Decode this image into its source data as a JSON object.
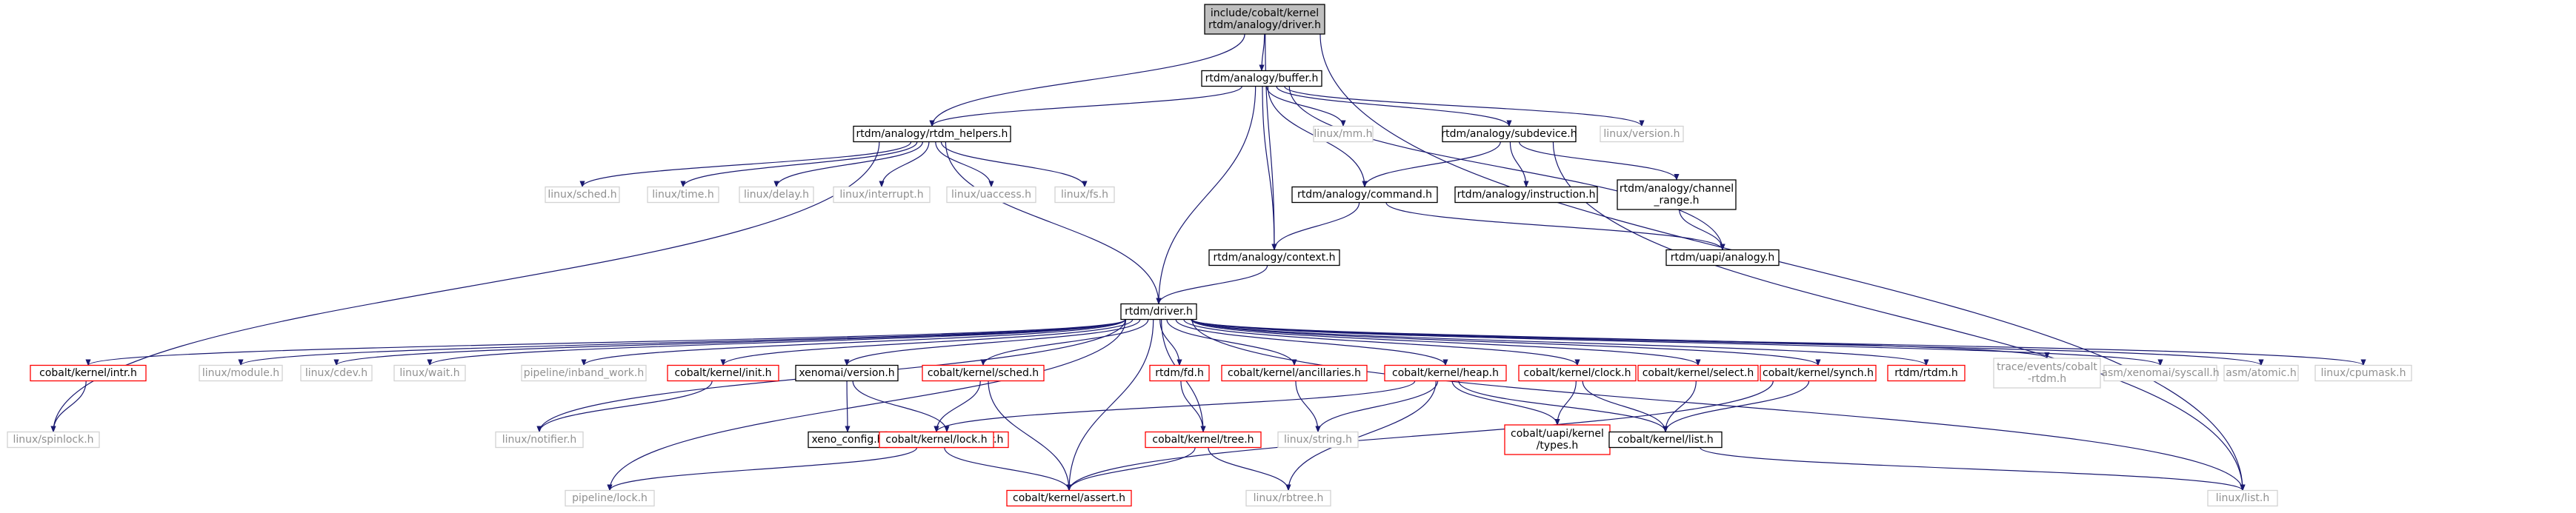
{
  "graph": {
    "colors": {
      "root_fill": "#bfbfbf",
      "node_border": "#000000",
      "missing_border": "#d3d3d3",
      "missing_text": "#909090",
      "error_border": "#ff0000",
      "edge": "#191970",
      "text": "#000000"
    },
    "nodes": [
      {
        "id": "root",
        "lines": [
          "include/cobalt/kernel",
          "rtdm/analogy/driver.h"
        ],
        "kind": "root"
      },
      {
        "id": "buffer",
        "lines": [
          "rtdm/analogy/buffer.h"
        ],
        "kind": "normal"
      },
      {
        "id": "rtdm_helpers",
        "lines": [
          "rtdm/analogy/rtdm_helpers.h"
        ],
        "kind": "normal"
      },
      {
        "id": "linux_mm",
        "lines": [
          "linux/mm.h"
        ],
        "kind": "missing"
      },
      {
        "id": "subdevice",
        "lines": [
          "rtdm/analogy/subdevice.h"
        ],
        "kind": "normal"
      },
      {
        "id": "linux_version",
        "lines": [
          "linux/version.h"
        ],
        "kind": "missing"
      },
      {
        "id": "linux_sched",
        "lines": [
          "linux/sched.h"
        ],
        "kind": "missing"
      },
      {
        "id": "linux_time",
        "lines": [
          "linux/time.h"
        ],
        "kind": "missing"
      },
      {
        "id": "linux_delay",
        "lines": [
          "linux/delay.h"
        ],
        "kind": "missing"
      },
      {
        "id": "linux_interrupt",
        "lines": [
          "linux/interrupt.h"
        ],
        "kind": "missing"
      },
      {
        "id": "linux_uaccess",
        "lines": [
          "linux/uaccess.h"
        ],
        "kind": "missing"
      },
      {
        "id": "linux_fs",
        "lines": [
          "linux/fs.h"
        ],
        "kind": "missing"
      },
      {
        "id": "command",
        "lines": [
          "rtdm/analogy/command.h"
        ],
        "kind": "normal"
      },
      {
        "id": "instruction",
        "lines": [
          "rtdm/analogy/instruction.h"
        ],
        "kind": "normal"
      },
      {
        "id": "channel_range",
        "lines": [
          "rtdm/analogy/channel",
          "_range.h"
        ],
        "kind": "normal"
      },
      {
        "id": "context",
        "lines": [
          "rtdm/analogy/context.h"
        ],
        "kind": "normal"
      },
      {
        "id": "uapi_analogy",
        "lines": [
          "rtdm/uapi/analogy.h"
        ],
        "kind": "normal"
      },
      {
        "id": "rtdm_driver",
        "lines": [
          "rtdm/driver.h"
        ],
        "kind": "normal"
      },
      {
        "id": "intr",
        "lines": [
          "cobalt/kernel/intr.h"
        ],
        "kind": "error"
      },
      {
        "id": "linux_module",
        "lines": [
          "linux/module.h"
        ],
        "kind": "missing"
      },
      {
        "id": "linux_cdev",
        "lines": [
          "linux/cdev.h"
        ],
        "kind": "missing"
      },
      {
        "id": "linux_wait",
        "lines": [
          "linux/wait.h"
        ],
        "kind": "missing"
      },
      {
        "id": "inband_work",
        "lines": [
          "pipeline/inband_work.h"
        ],
        "kind": "missing"
      },
      {
        "id": "init",
        "lines": [
          "cobalt/kernel/init.h"
        ],
        "kind": "error"
      },
      {
        "id": "xenomai_version",
        "lines": [
          "xenomai/version.h"
        ],
        "kind": "normal"
      },
      {
        "id": "sched",
        "lines": [
          "cobalt/kernel/sched.h"
        ],
        "kind": "error"
      },
      {
        "id": "fd",
        "lines": [
          "rtdm/fd.h"
        ],
        "kind": "error"
      },
      {
        "id": "ancillaries",
        "lines": [
          "cobalt/kernel/ancillaries.h"
        ],
        "kind": "error"
      },
      {
        "id": "heap",
        "lines": [
          "cobalt/kernel/heap.h"
        ],
        "kind": "error"
      },
      {
        "id": "clock",
        "lines": [
          "cobalt/kernel/clock.h"
        ],
        "kind": "error"
      },
      {
        "id": "select",
        "lines": [
          "cobalt/kernel/select.h"
        ],
        "kind": "error"
      },
      {
        "id": "synch",
        "lines": [
          "cobalt/kernel/synch.h"
        ],
        "kind": "error"
      },
      {
        "id": "rtdm_rtdm",
        "lines": [
          "rtdm/rtdm.h"
        ],
        "kind": "error"
      },
      {
        "id": "trace_events",
        "lines": [
          "trace/events/cobalt",
          "-rtdm.h"
        ],
        "kind": "missing"
      },
      {
        "id": "asm_syscall",
        "lines": [
          "asm/xenomai/syscall.h"
        ],
        "kind": "missing"
      },
      {
        "id": "asm_atomic",
        "lines": [
          "asm/atomic.h"
        ],
        "kind": "missing"
      },
      {
        "id": "linux_cpumask",
        "lines": [
          "linux/cpumask.h"
        ],
        "kind": "missing"
      },
      {
        "id": "linux_spinlock",
        "lines": [
          "linux/spinlock.h"
        ],
        "kind": "missing"
      },
      {
        "id": "linux_notifier",
        "lines": [
          "linux/notifier.h"
        ],
        "kind": "missing"
      },
      {
        "id": "xeno_config",
        "lines": [
          "xeno_config.h"
        ],
        "kind": "normal"
      },
      {
        "id": "boilerplate",
        "lines": [
          "boilerplate/compiler.h"
        ],
        "kind": "error"
      },
      {
        "id": "lock",
        "lines": [
          "cobalt/kernel/lock.h"
        ],
        "kind": "error"
      },
      {
        "id": "tree",
        "lines": [
          "cobalt/kernel/tree.h"
        ],
        "kind": "error"
      },
      {
        "id": "linux_string",
        "lines": [
          "linux/string.h"
        ],
        "kind": "missing"
      },
      {
        "id": "uapi_types",
        "lines": [
          "cobalt/uapi/kernel",
          "/types.h"
        ],
        "kind": "error"
      },
      {
        "id": "kernel_list",
        "lines": [
          "cobalt/kernel/list.h"
        ],
        "kind": "normal"
      },
      {
        "id": "pipeline_lock",
        "lines": [
          "pipeline/lock.h"
        ],
        "kind": "missing"
      },
      {
        "id": "assert",
        "lines": [
          "cobalt/kernel/assert.h"
        ],
        "kind": "error"
      },
      {
        "id": "linux_rbtree",
        "lines": [
          "linux/rbtree.h"
        ],
        "kind": "missing"
      },
      {
        "id": "linux_list",
        "lines": [
          "linux/list.h"
        ],
        "kind": "missing"
      }
    ],
    "edges": [
      [
        "root",
        "buffer"
      ],
      [
        "root",
        "rtdm_helpers"
      ],
      [
        "root",
        "context"
      ],
      [
        "root",
        "linux_list"
      ],
      [
        "buffer",
        "rtdm_helpers"
      ],
      [
        "buffer",
        "linux_mm"
      ],
      [
        "buffer",
        "subdevice"
      ],
      [
        "buffer",
        "linux_version"
      ],
      [
        "buffer",
        "command"
      ],
      [
        "buffer",
        "context"
      ],
      [
        "buffer",
        "uapi_analogy"
      ],
      [
        "buffer",
        "rtdm_driver"
      ],
      [
        "rtdm_helpers",
        "linux_sched"
      ],
      [
        "rtdm_helpers",
        "linux_time"
      ],
      [
        "rtdm_helpers",
        "linux_delay"
      ],
      [
        "rtdm_helpers",
        "linux_interrupt"
      ],
      [
        "rtdm_helpers",
        "linux_uaccess"
      ],
      [
        "rtdm_helpers",
        "linux_fs"
      ],
      [
        "rtdm_helpers",
        "rtdm_driver"
      ],
      [
        "rtdm_helpers",
        "linux_spinlock"
      ],
      [
        "subdevice",
        "command"
      ],
      [
        "subdevice",
        "instruction"
      ],
      [
        "subdevice",
        "channel_range"
      ],
      [
        "subdevice",
        "linux_list"
      ],
      [
        "channel_range",
        "uapi_analogy"
      ],
      [
        "command",
        "context"
      ],
      [
        "command",
        "uapi_analogy"
      ],
      [
        "context",
        "rtdm_driver"
      ],
      [
        "rtdm_driver",
        "intr"
      ],
      [
        "rtdm_driver",
        "linux_module"
      ],
      [
        "rtdm_driver",
        "linux_cdev"
      ],
      [
        "rtdm_driver",
        "linux_wait"
      ],
      [
        "rtdm_driver",
        "inband_work"
      ],
      [
        "rtdm_driver",
        "init"
      ],
      [
        "rtdm_driver",
        "xenomai_version"
      ],
      [
        "rtdm_driver",
        "sched"
      ],
      [
        "rtdm_driver",
        "fd"
      ],
      [
        "rtdm_driver",
        "ancillaries"
      ],
      [
        "rtdm_driver",
        "heap"
      ],
      [
        "rtdm_driver",
        "clock"
      ],
      [
        "rtdm_driver",
        "select"
      ],
      [
        "rtdm_driver",
        "synch"
      ],
      [
        "rtdm_driver",
        "rtdm_rtdm"
      ],
      [
        "rtdm_driver",
        "trace_events"
      ],
      [
        "rtdm_driver",
        "asm_syscall"
      ],
      [
        "rtdm_driver",
        "asm_atomic"
      ],
      [
        "rtdm_driver",
        "linux_cpumask"
      ],
      [
        "rtdm_driver",
        "linux_notifier"
      ],
      [
        "rtdm_driver",
        "pipeline_lock"
      ],
      [
        "rtdm_driver",
        "assert"
      ],
      [
        "rtdm_driver",
        "tree"
      ],
      [
        "rtdm_driver",
        "linux_list"
      ],
      [
        "intr",
        "linux_spinlock"
      ],
      [
        "init",
        "linux_notifier"
      ],
      [
        "xenomai_version",
        "xeno_config"
      ],
      [
        "xenomai_version",
        "boilerplate"
      ],
      [
        "sched",
        "lock"
      ],
      [
        "sched",
        "assert"
      ],
      [
        "fd",
        "tree"
      ],
      [
        "ancillaries",
        "linux_string"
      ],
      [
        "heap",
        "lock"
      ],
      [
        "heap",
        "linux_string"
      ],
      [
        "heap",
        "uapi_types"
      ],
      [
        "heap",
        "kernel_list"
      ],
      [
        "heap",
        "linux_rbtree"
      ],
      [
        "clock",
        "uapi_types"
      ],
      [
        "clock",
        "kernel_list"
      ],
      [
        "select",
        "kernel_list"
      ],
      [
        "synch",
        "kernel_list"
      ],
      [
        "synch",
        "assert"
      ],
      [
        "lock",
        "pipeline_lock"
      ],
      [
        "lock",
        "assert"
      ],
      [
        "tree",
        "assert"
      ],
      [
        "tree",
        "linux_rbtree"
      ],
      [
        "kernel_list",
        "linux_list"
      ]
    ]
  }
}
